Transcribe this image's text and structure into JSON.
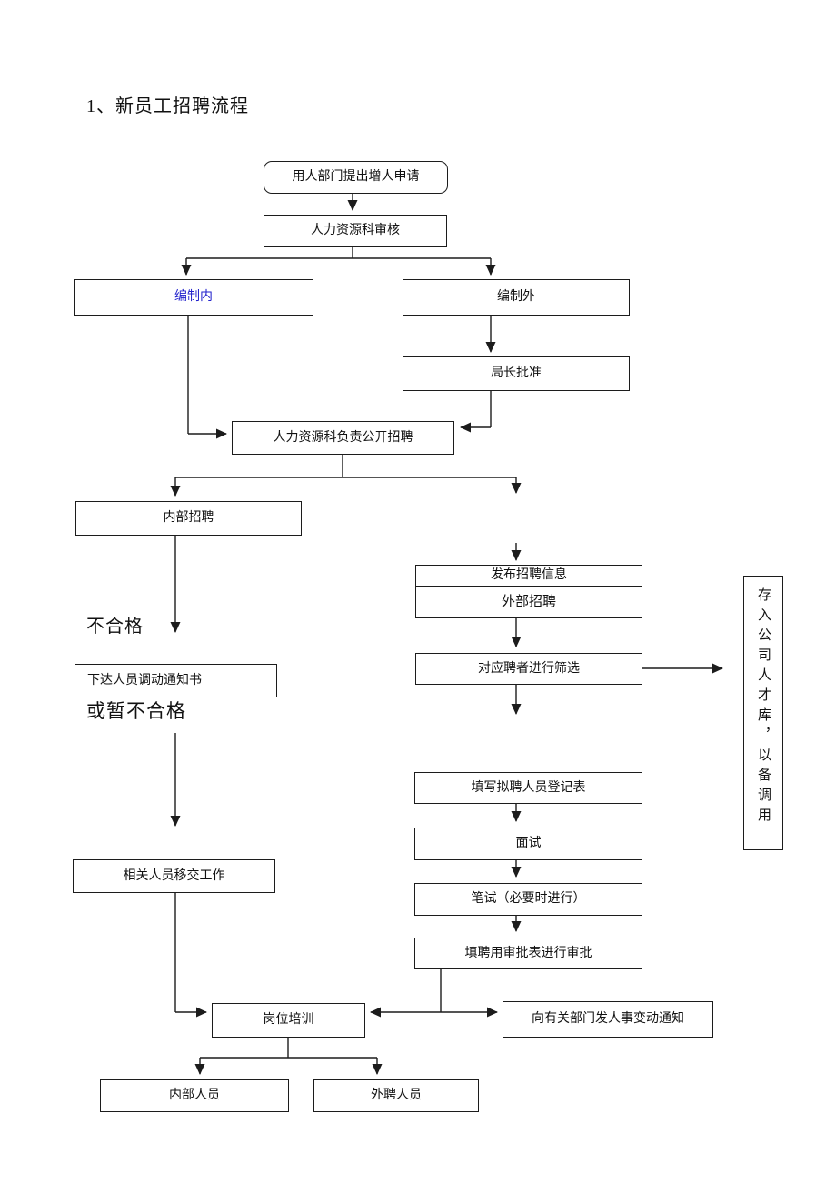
{
  "title": "1、新员工招聘流程",
  "colors": {
    "accent_blue": "#2222cc",
    "line_black": "#1c1c1c"
  },
  "nodes": {
    "apply": {
      "label": "用人部门提出增人申请"
    },
    "hr_review": {
      "label": "人力资源科审核"
    },
    "in_establishment": {
      "label": "编制内"
    },
    "out_establishment": {
      "label": "编制外"
    },
    "director_approval": {
      "label": "局长批准"
    },
    "public_recruit": {
      "label": "人力资源科负责公开招聘"
    },
    "internal_recruit": {
      "label": "内部招聘"
    },
    "publish_info": {
      "label": "发布招聘信息"
    },
    "external_recruit": {
      "label": "外部招聘"
    },
    "screen_applicants": {
      "label": "对应聘者进行筛选"
    },
    "talent_pool": {
      "label": "存入公司人才库，以备调用"
    },
    "fill_registration": {
      "label": "填写拟聘人员登记表"
    },
    "interview": {
      "label": "面试"
    },
    "written_test": {
      "label": "笔试（必要时进行）"
    },
    "approval_form": {
      "label": "填聘用审批表进行审批"
    },
    "transfer_notice": {
      "label": "下达人员调动通知书"
    },
    "handover": {
      "label": "相关人员移交工作"
    },
    "job_training": {
      "label": "岗位培训"
    },
    "notify_departments": {
      "label": "向有关部门发人事变动通知"
    },
    "internal_staff": {
      "label": "内部人员"
    },
    "external_staff": {
      "label": "外聘人员"
    }
  },
  "labels": {
    "unqualified": "不合格",
    "or_temporarily_unqualified": "或暂不合格"
  }
}
